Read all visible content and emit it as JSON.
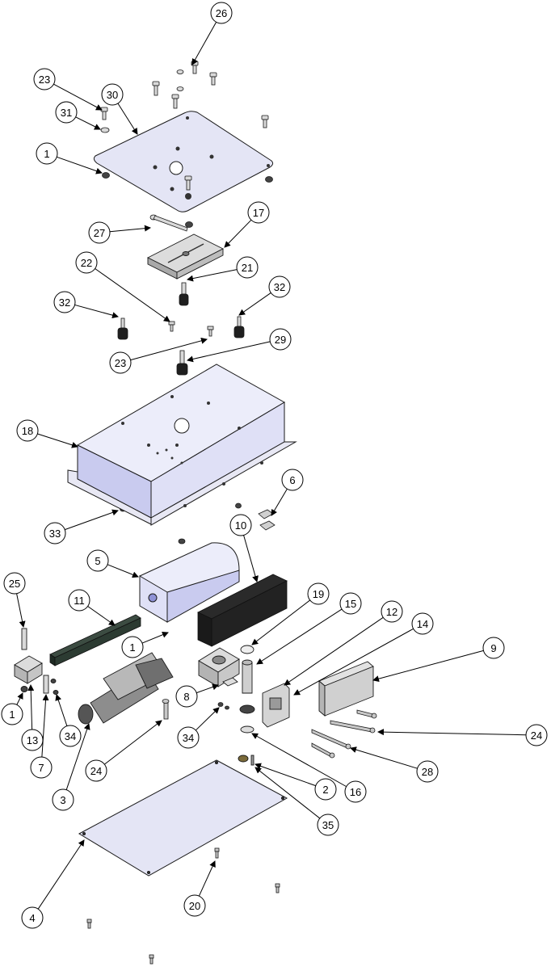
{
  "balloons": [
    {
      "id": "b26a",
      "label": "26"
    },
    {
      "id": "b23a",
      "label": "23"
    },
    {
      "id": "b30",
      "label": "30"
    },
    {
      "id": "b31",
      "label": "31"
    },
    {
      "id": "b1a",
      "label": "1"
    },
    {
      "id": "b17",
      "label": "17"
    },
    {
      "id": "b27",
      "label": "27"
    },
    {
      "id": "b22",
      "label": "22"
    },
    {
      "id": "b21",
      "label": "21"
    },
    {
      "id": "b32a",
      "label": "32"
    },
    {
      "id": "b32b",
      "label": "32"
    },
    {
      "id": "b29",
      "label": "29"
    },
    {
      "id": "b23b",
      "label": "23"
    },
    {
      "id": "b18",
      "label": "18"
    },
    {
      "id": "b33",
      "label": "33"
    },
    {
      "id": "b6",
      "label": "6"
    },
    {
      "id": "b10",
      "label": "10"
    },
    {
      "id": "b5",
      "label": "5"
    },
    {
      "id": "b25",
      "label": "25"
    },
    {
      "id": "b11",
      "label": "11"
    },
    {
      "id": "b19",
      "label": "19"
    },
    {
      "id": "b15",
      "label": "15"
    },
    {
      "id": "b12",
      "label": "12"
    },
    {
      "id": "b14",
      "label": "14"
    },
    {
      "id": "b9",
      "label": "9"
    },
    {
      "id": "b1b",
      "label": "1"
    },
    {
      "id": "b8",
      "label": "8"
    },
    {
      "id": "b1c",
      "label": "1"
    },
    {
      "id": "b13",
      "label": "13"
    },
    {
      "id": "b34a",
      "label": "34"
    },
    {
      "id": "b7",
      "label": "7"
    },
    {
      "id": "b3",
      "label": "3"
    },
    {
      "id": "b24a",
      "label": "24"
    },
    {
      "id": "b34b",
      "label": "34"
    },
    {
      "id": "b24b",
      "label": "24"
    },
    {
      "id": "b28",
      "label": "28"
    },
    {
      "id": "b2",
      "label": "2"
    },
    {
      "id": "b16",
      "label": "16"
    },
    {
      "id": "b35",
      "label": "35"
    },
    {
      "id": "b4",
      "label": "4"
    },
    {
      "id": "b20",
      "label": "20"
    }
  ],
  "colors": {
    "plate": "#e4e5f5",
    "housing_top": "#ecedfa",
    "housing_side": "#c9cbef",
    "housing_front": "#dfe0f6",
    "metal_grey": "#d7d7d7",
    "dark_grey": "#8a8a8a",
    "rack": "#2c3b32",
    "black": "#1a1a1a",
    "outline": "#1a1a1a"
  }
}
